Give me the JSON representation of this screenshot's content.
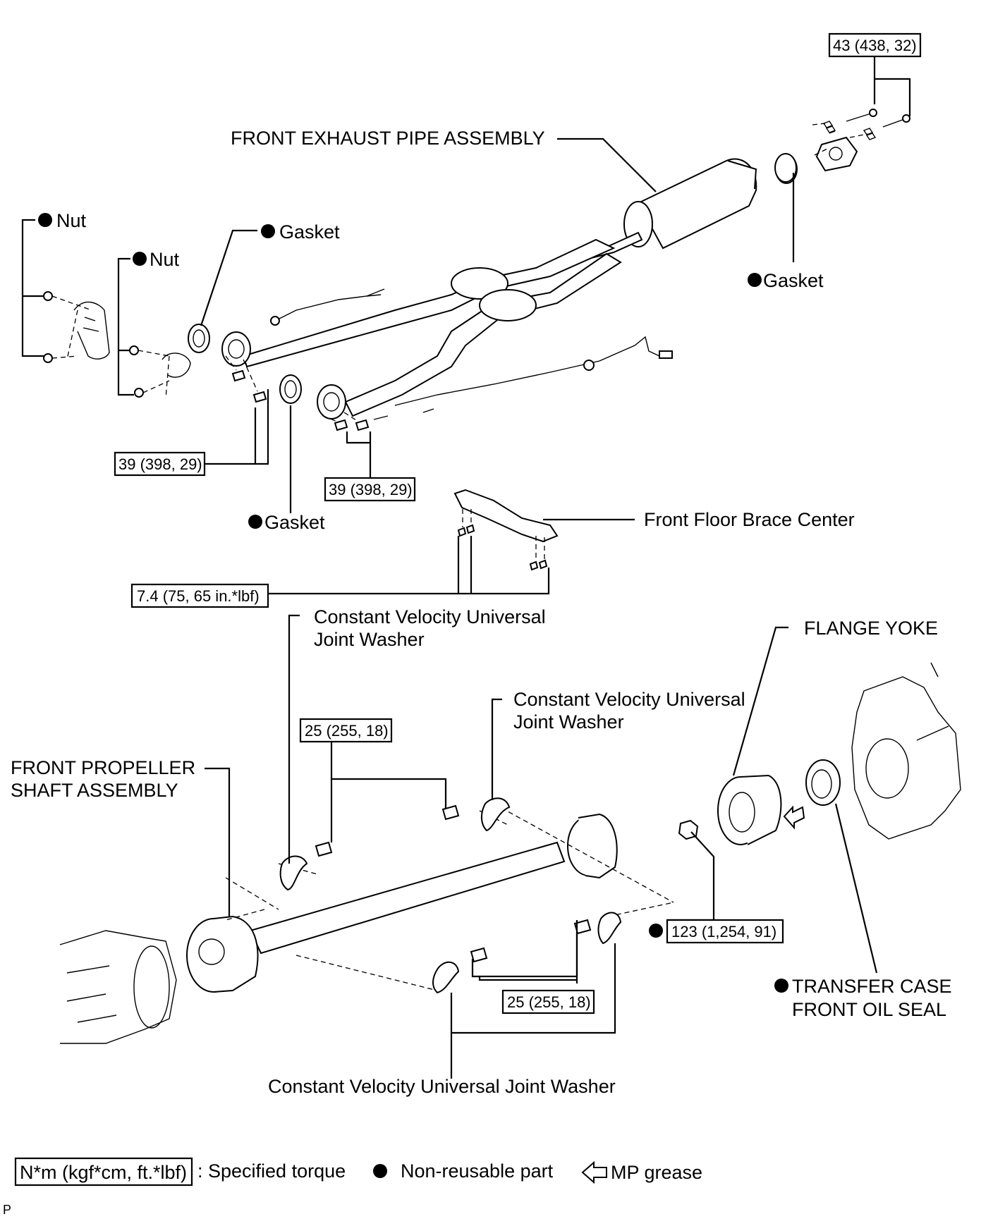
{
  "labels": {
    "front_exhaust_pipe": "FRONT EXHAUST PIPE ASSEMBLY",
    "nut_outer": "Nut",
    "nut_inner": "Nut",
    "gasket_upper_left": "Gasket",
    "gasket_right": "Gasket",
    "gasket_lower": "Gasket",
    "front_floor_brace": "Front Floor Brace Center",
    "cv_washer_top_line1": "Constant Velocity Universal",
    "cv_washer_top_line2": "Joint Washer",
    "cv_washer_mid_line1": "Constant Velocity Universal",
    "cv_washer_mid_line2": "Joint Washer",
    "cv_washer_bottom": "Constant Velocity Universal Joint Washer",
    "flange_yoke": "FLANGE YOKE",
    "front_propeller_line1": "FRONT PROPELLER",
    "front_propeller_line2": "SHAFT ASSEMBLY",
    "transfer_seal_line1": "TRANSFER CASE",
    "transfer_seal_line2": "FRONT OIL SEAL"
  },
  "torques": {
    "t43": "43 (438, 32)",
    "t39_left": "39 (398, 29)",
    "t39_mid": "39 (398, 29)",
    "t74": "7.4 (75, 65 in.*lbf)",
    "t25_top": "25 (255, 18)",
    "t25_bottom": "25 (255, 18)",
    "t123": "123 (1,254, 91)"
  },
  "legend": {
    "torque_box": "N*m (kgf*cm, ft.*lbf)",
    "torque_text": ": Specified torque",
    "nonreusable_text": "Non-reusable part",
    "grease_text": "MP grease"
  },
  "corner_code": "P"
}
